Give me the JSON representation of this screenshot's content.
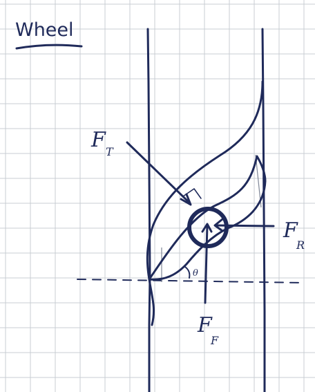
{
  "title": "Wheel",
  "forces": {
    "tension": {
      "symbol": "F",
      "subscript": "T"
    },
    "reaction": {
      "symbol": "F",
      "subscript": "R"
    },
    "friction": {
      "symbol": "F",
      "subscript": "F"
    }
  },
  "angle_label": "θ",
  "colors": {
    "ink": "#1f2a5a",
    "grid": "#c9cdd3",
    "paper": "#ffffff"
  }
}
